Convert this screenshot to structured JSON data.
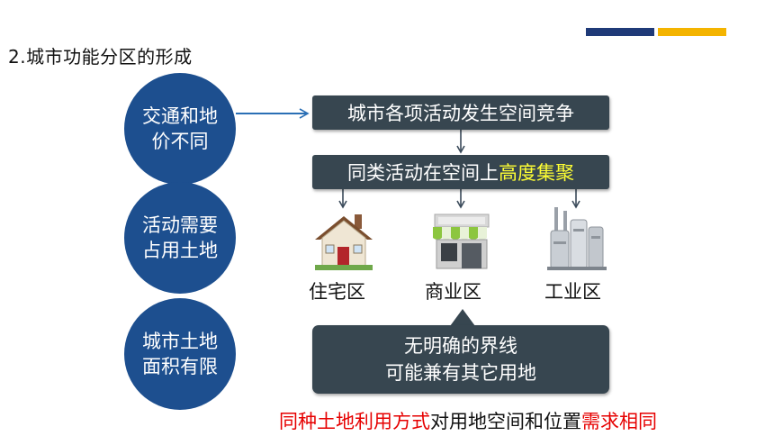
{
  "header": {
    "title": "2.城市功能分区的形成",
    "accent_colors": [
      "#1f3a78",
      "#f4b400"
    ]
  },
  "factors": [
    {
      "line1": "交通和地",
      "line2": "价不同"
    },
    {
      "line1": "活动需要",
      "line2": "占用土地"
    },
    {
      "line1": "城市土地",
      "line2": "面积有限"
    }
  ],
  "flow": {
    "step1": "城市各项活动发生空间竞争",
    "step2_prefix": "同类活动在空间上",
    "step2_highlight": "高度集聚"
  },
  "zones": [
    {
      "label": "住宅区",
      "icon": "house-icon"
    },
    {
      "label": "商业区",
      "icon": "store-icon"
    },
    {
      "label": "工业区",
      "icon": "factory-icon"
    }
  ],
  "note": {
    "line1": "无明确的界线",
    "line2": "可能兼有其它用地"
  },
  "conclusion": {
    "part1": "同种土地利用方式",
    "part2": "对用地空间和位置",
    "part3": "需求相同"
  },
  "colors": {
    "circle": "#1d4f8f",
    "box": "#374650",
    "highlight": "#ffff33",
    "emphasis": "#e60000"
  }
}
